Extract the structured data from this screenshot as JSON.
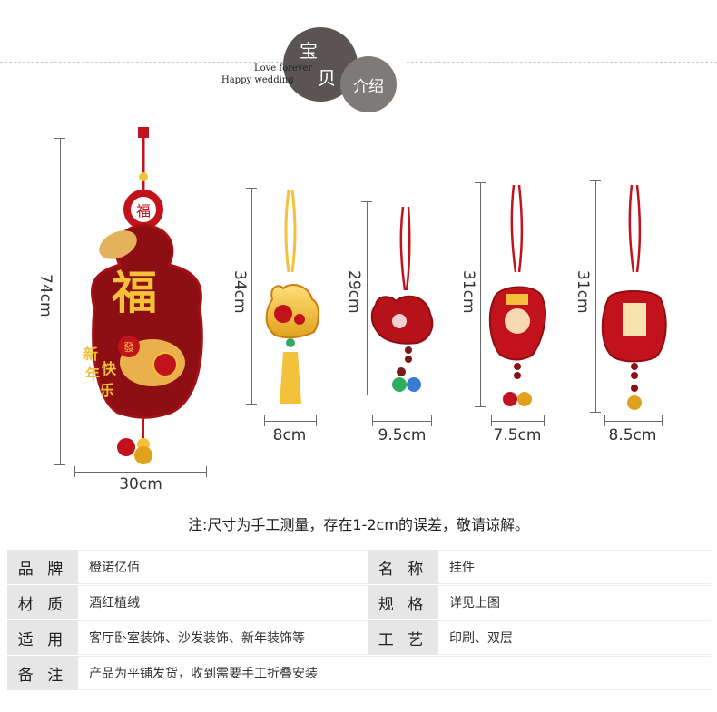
{
  "header": {
    "circle_char_1": "宝",
    "circle_char_2": "贝",
    "circle_small": "介绍",
    "tagline_1": "Love forever",
    "tagline_2": "Happy wedding"
  },
  "dimensions": {
    "item1": {
      "height": "74cm",
      "width": "30cm"
    },
    "item2": {
      "height": "34cm",
      "width": "8cm"
    },
    "item3": {
      "height": "29cm",
      "width": "9.5cm"
    },
    "item4": {
      "height": "31cm",
      "width": "7.5cm"
    },
    "item5": {
      "height": "31cm",
      "width": "8.5cm"
    }
  },
  "ornament_text": {
    "fu": "福",
    "small_fu": "福",
    "xinnian": "新年快乐",
    "fa": "發"
  },
  "note": "注:尺寸为手工测量，存在1-2cm的误差，敬请谅解。",
  "specs": {
    "brand_key": "品 牌",
    "brand_val": "橙诺亿佰",
    "name_key": "名 称",
    "name_val": "挂件",
    "material_key": "材 质",
    "material_val": "酒红植绒",
    "size_key": "规 格",
    "size_val": "详见上图",
    "use_key": "适 用",
    "use_val": "客厅卧室装饰、沙发装饰、新年装饰等",
    "craft_key": "工 艺",
    "craft_val": "印刷、双层",
    "remark_key": "备 注",
    "remark_val": "产品为平铺发货，收到需要手工折叠安装"
  },
  "colors": {
    "red": "#c2121c",
    "dark_red": "#8d0f14",
    "gold": "#f3c23a",
    "header_gray": "#5a5553"
  }
}
